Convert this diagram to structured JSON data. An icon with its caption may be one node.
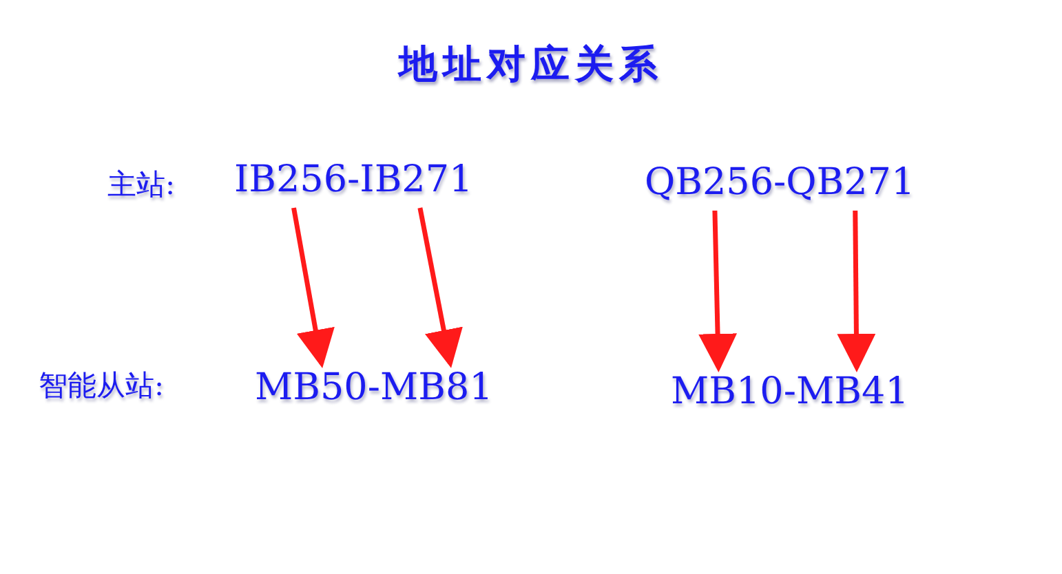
{
  "diagram": {
    "title": "地址对应关系",
    "nodes": [
      {
        "text": [
          "IB256-IB271"
        ]
      },
      {
        "text": [
          "QB256-QB271"
        ]
      },
      {
        "text": [
          "MB50-MB81"
        ]
      },
      {
        "text": [
          "MB10-MB41"
        ]
      }
    ],
    "edges": [
      {
        "from": 0,
        "to": 2,
        "arrow": "to",
        "color": "#ff1a1a"
      },
      {
        "from": 0,
        "to": 2,
        "arrow": "to",
        "color": "#ff1a1a"
      },
      {
        "from": 1,
        "to": 3,
        "arrow": "to",
        "color": "#ff1a1a"
      },
      {
        "from": 1,
        "to": 3,
        "arrow": "to",
        "color": "#ff1a1a"
      }
    ],
    "labels": [
      "主站:",
      "智能从站:"
    ]
  }
}
